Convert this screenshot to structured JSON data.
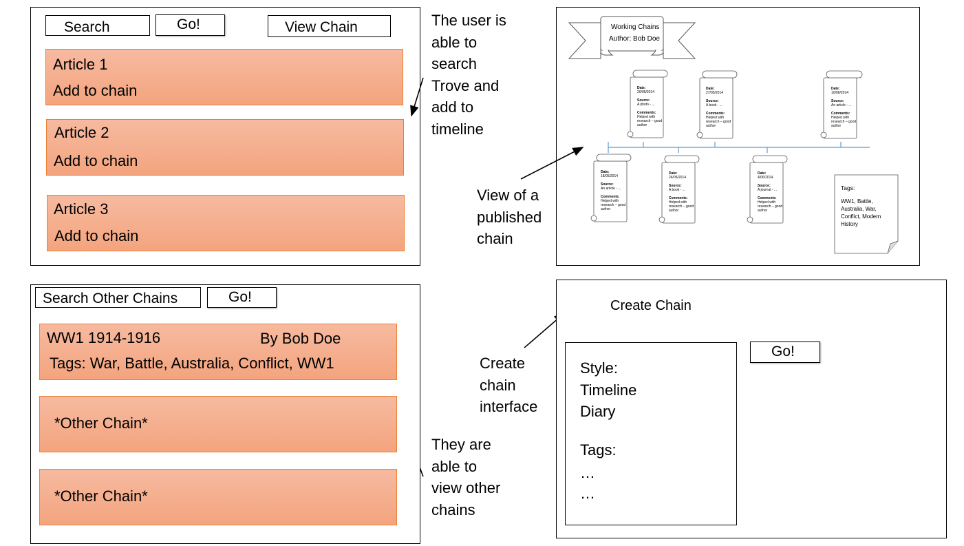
{
  "colors": {
    "card_fill_top": "#f6baa0",
    "card_fill_bottom": "#f4a47e",
    "card_border": "#ed7d31",
    "timeline_line": "#5b9bd5"
  },
  "panel_search": {
    "search_label": "Search",
    "go_label": "Go!",
    "view_chain_label": "View Chain",
    "articles": [
      {
        "title": "Article 1",
        "action": "Add to chain"
      },
      {
        "title": "Article 2",
        "action": "Add to chain"
      },
      {
        "title": "Article 3",
        "action": "Add to chain"
      }
    ]
  },
  "note_search": "The user is\nable to\nsearch\nTrove and\nadd to\ntimeline",
  "panel_published": {
    "banner_title": "Working Chains",
    "banner_author": "Author: Bob Doe",
    "entries": [
      {
        "date_label": "Date:",
        "date": "20/05/2014",
        "source_label": "Source:",
        "source": "A photo - ...",
        "comments_label": "Comments:",
        "comments": "Helped with research – good author"
      },
      {
        "date_label": "Date:",
        "date": "27/05/2014",
        "source_label": "Source:",
        "source": "A book - ...",
        "comments_label": "Comments:",
        "comments": "Helped with research – good author"
      },
      {
        "date_label": "Date:",
        "date": "10/06/2014",
        "source_label": "Source:",
        "source": "An article - ...",
        "comments_label": "Comments:",
        "comments": "Helped with research – good author"
      },
      {
        "date_label": "Date:",
        "date": "18/05/2014",
        "source_label": "Source:",
        "source": "An article - ...",
        "comments_label": "Comments:",
        "comments": "Helped with research – good author"
      },
      {
        "date_label": "Date:",
        "date": "24/05/2014",
        "source_label": "Source:",
        "source": "A book - ...",
        "comments_label": "Comments:",
        "comments": "Helped with research – good author"
      },
      {
        "date_label": "Date:",
        "date": "4/06/2014",
        "source_label": "Source:",
        "source": "A journal - ...",
        "comments_label": "Comments:",
        "comments": "Helped with research – good author"
      }
    ],
    "tags_label": "Tags:",
    "tags_text": "WW1, Battle, Australia, War, Conflict, Modern History"
  },
  "note_published": "View of a\npublished\nchain",
  "panel_other": {
    "search_label": "Search Other Chains",
    "go_label": "Go!",
    "first_chain": {
      "title": "WW1 1914-1916",
      "author": "By Bob Doe",
      "tags": "Tags: War, Battle, Australia, Conflict, WW1"
    },
    "other_chains": [
      "*Other Chain*",
      "*Other Chain*"
    ]
  },
  "note_other": "They are\nable to\nview other\nchains",
  "panel_create": {
    "banner_label": "Create Chain",
    "go_label": "Go!",
    "style_label": "Style:",
    "style_options": [
      "Timeline",
      "Diary"
    ],
    "tags_label": "Tags:",
    "tags_values": [
      "…",
      "…"
    ]
  },
  "note_create": "Create\nchain\ninterface"
}
